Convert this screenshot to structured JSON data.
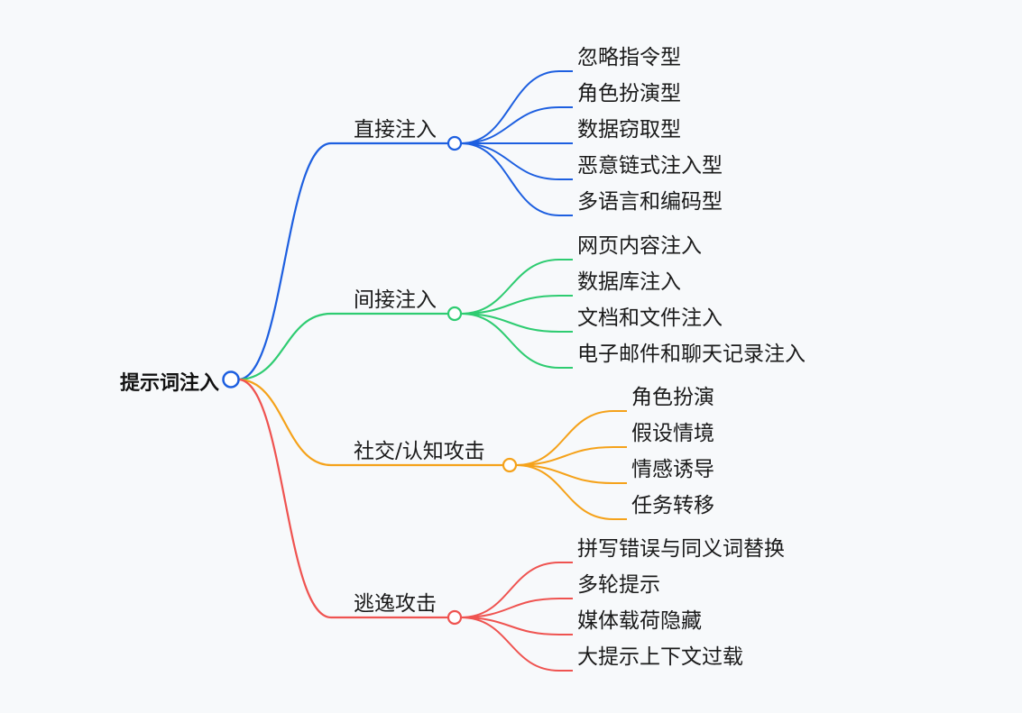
{
  "root": {
    "label": "提示词注入",
    "color": "#1d5fe0"
  },
  "branches": [
    {
      "label": "直接注入",
      "color": "#1d5fe0",
      "children": [
        "忽略指令型",
        "角色扮演型",
        "数据窃取型",
        "恶意链式注入型",
        "多语言和编码型"
      ]
    },
    {
      "label": "间接注入",
      "color": "#2ecc71",
      "children": [
        "网页内容注入",
        "数据库注入",
        "文档和文件注入",
        "电子邮件和聊天记录注入"
      ]
    },
    {
      "label": "社交/认知攻击",
      "color": "#f5a21a",
      "children": [
        "角色扮演",
        "假设情境",
        "情感诱导",
        "任务转移"
      ]
    },
    {
      "label": "逃逸攻击",
      "color": "#ef5350",
      "children": [
        "拼写错误与同义词替换",
        "多轮提示",
        "媒体载荷隐藏",
        "大提示上下文过载"
      ]
    }
  ]
}
